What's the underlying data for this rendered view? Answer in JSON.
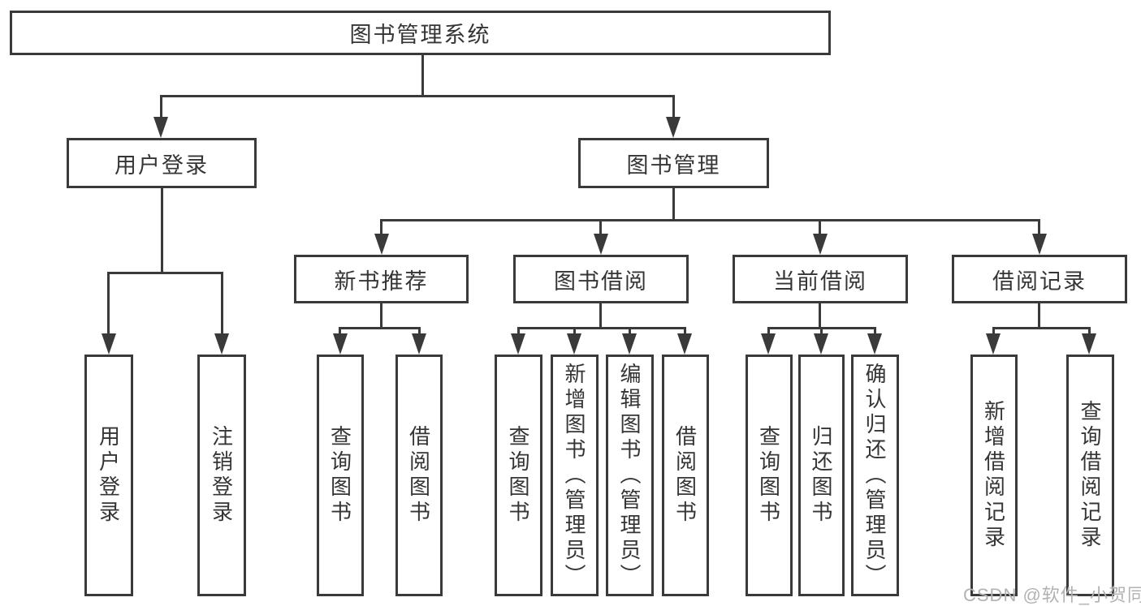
{
  "tree": {
    "label": "图书管理系统",
    "children": [
      {
        "label": "用户登录",
        "children": [
          {
            "label": "用户登录"
          },
          {
            "label": "注销登录"
          }
        ]
      },
      {
        "label": "图书管理",
        "children": [
          {
            "label": "新书推荐",
            "children": [
              {
                "label": "查询图书"
              },
              {
                "label": "借阅图书"
              }
            ]
          },
          {
            "label": "图书借阅",
            "children": [
              {
                "label": "查询图书"
              },
              {
                "label": "新增图书（管理员）"
              },
              {
                "label": "编辑图书（管理员）"
              },
              {
                "label": "借阅图书"
              }
            ]
          },
          {
            "label": "当前借阅",
            "children": [
              {
                "label": "查询图书"
              },
              {
                "label": "归还图书"
              },
              {
                "label": "确认归还（管理员）"
              }
            ]
          },
          {
            "label": "借阅记录",
            "children": [
              {
                "label": "新增借阅记录"
              },
              {
                "label": "查询借阅记录"
              }
            ]
          }
        ]
      }
    ]
  },
  "watermark": {
    "text": "CSDN @软件_小贺同学"
  },
  "colors": {
    "line": "#3a3a3a",
    "text": "#353535",
    "background": "#ffffff",
    "watermark": "#b2b2b2"
  }
}
